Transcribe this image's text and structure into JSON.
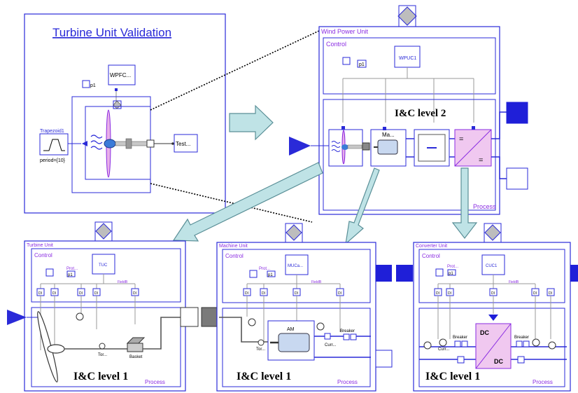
{
  "colors": {
    "frame": "#2a2ad8",
    "purple": "#8a2be2",
    "arrow_fill": "#bfe3e6",
    "arrow_stroke": "#5a8f97",
    "connector_gray": "#c0c0c0",
    "diamond": "#bdbdbd",
    "dark_connector": "#7a7a7a",
    "converter_fill": "#f0c8f0"
  },
  "validation": {
    "title": "Turbine Unit Validation",
    "wpfc_label": "WPFC...",
    "p1_label": "p1",
    "trapezoid_label": "Trapezoid1",
    "period_label": "period={10}",
    "test_label": "Test..."
  },
  "wind_power_unit": {
    "title": "Wind Power Unit",
    "control_label": "Control",
    "controller_label": "WPUC1",
    "p1_label": "p1",
    "machine_label": "Ma...",
    "level_label": "I&C level 2",
    "process_label": "Process"
  },
  "turbine_unit": {
    "title": "Turbine Unit",
    "control_label": "Control",
    "controller_label": "TUC",
    "prot_label": "Prot...",
    "p1_label": "p1",
    "fieldbus_label": "FieldB",
    "di_labels": [
      "DI",
      "DI",
      "DI",
      "DI",
      "DI"
    ],
    "torque_label": "Tor...",
    "basket_label": "Basket",
    "level_label": "I&C level 1",
    "process_label": "Process"
  },
  "machine_unit": {
    "title": "Machine Unit",
    "control_label": "Control",
    "controller_label": "MUCa...",
    "prot_label": "Prot...",
    "p1_label": "p1",
    "fieldbus_label": "FieldB",
    "di_labels": [
      "DI",
      "DI",
      "DI",
      "DI"
    ],
    "machine_label": "AM",
    "torque_label": "Tor...",
    "current_label": "Curr...",
    "breaker_label": "Breaker",
    "level_label": "I&C level 1",
    "process_label": "Process"
  },
  "converter_unit": {
    "title": "Converter Unit",
    "control_label": "Control",
    "controller_label": "CUC1",
    "prot_label": "Prot...",
    "p1_label": "p1",
    "fieldbus_label": "FieldB",
    "di_labels": [
      "DI",
      "DI",
      "DI",
      "DI",
      "DI"
    ],
    "current_label": "Curr...",
    "breaker_left_label": "Breaker",
    "breaker_right_label": "Breaker",
    "dc_top_label": "DC",
    "dc_bottom_label": "DC",
    "level_label": "I&C level 1",
    "process_label": "Process"
  }
}
